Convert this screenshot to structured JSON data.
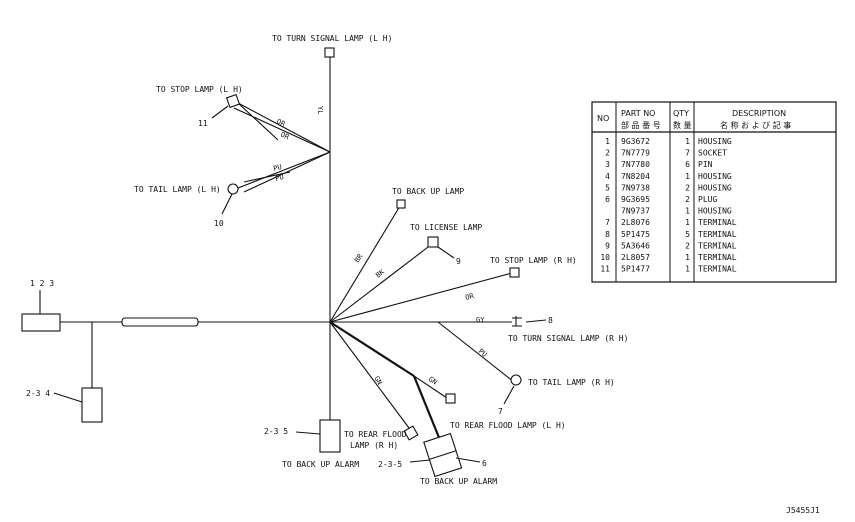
{
  "labels": {
    "turn_signal_lh": "TO TURN SIGNAL LAMP (L H)",
    "stop_lh": "TO STOP LAMP (L H)",
    "tail_lh": "TO TAIL LAMP (L H)",
    "back_up_lamp": "TO BACK UP LAMP",
    "license_lamp": "TO LICENSE LAMP",
    "stop_rh": "TO STOP LAMP (R H)",
    "turn_signal_rh": "TO TURN SIGNAL LAMP (R H)",
    "tail_rh": "TO TAIL LAMP (R H)",
    "rear_flood_lh": "TO REAR FLOOD LAMP (L H)",
    "rear_flood_rh_1": "TO REAR FLOOD",
    "rear_flood_rh_2": "LAMP (R H)",
    "back_up_alarm_1": "TO BACK UP ALARM",
    "back_up_alarm_2": "TO BACK UP ALARM"
  },
  "callouts": {
    "c11": "11",
    "c10": "10",
    "c9": "9",
    "c8": "8",
    "c7": "7",
    "c6": "6",
    "c123": "1 2 3",
    "c234": "2-3 4",
    "c235": "2-3 5",
    "c235b": "2-3-5"
  },
  "wires": {
    "yl": "YL",
    "or1": "OR",
    "or2": "OR",
    "pu1": "PU",
    "pu2": "PU",
    "br": "BR",
    "bk": "BK",
    "or3": "OR",
    "gy": "GY",
    "pu3": "PU",
    "gn1": "GN",
    "gn2": "GN"
  },
  "parts_table": {
    "headers": {
      "no": "NO",
      "part_no": "PART NO",
      "part_no_jp": "部 品 番 号",
      "qty": "QTY",
      "qty_jp": "数 量",
      "description": "DESCRIPTION",
      "description_jp": "名 称 お よ び 記 事"
    },
    "rows": [
      {
        "no": "1",
        "part": "9G3672",
        "qty": "1",
        "desc": "HOUSING"
      },
      {
        "no": "2",
        "part": "7N7779",
        "qty": "7",
        "desc": "SOCKET"
      },
      {
        "no": "3",
        "part": "7N7780",
        "qty": "6",
        "desc": "PIN"
      },
      {
        "no": "4",
        "part": "7N8204",
        "qty": "1",
        "desc": "HOUSING"
      },
      {
        "no": "5",
        "part": "7N9738",
        "qty": "2",
        "desc": "HOUSING"
      },
      {
        "no": "6",
        "part": "9G3695",
        "qty": "2",
        "desc": "PLUG"
      },
      {
        "no": "",
        "part": "7N9737",
        "qty": "1",
        "desc": "HOUSING"
      },
      {
        "no": "7",
        "part": "2L8076",
        "qty": "1",
        "desc": "TERMINAL"
      },
      {
        "no": "8",
        "part": "5P1475",
        "qty": "5",
        "desc": "TERMINAL"
      },
      {
        "no": "9",
        "part": "5A3646",
        "qty": "2",
        "desc": "TERMINAL"
      },
      {
        "no": "10",
        "part": "2L8057",
        "qty": "1",
        "desc": "TERMINAL"
      },
      {
        "no": "11",
        "part": "5P1477",
        "qty": "1",
        "desc": "TERMINAL"
      }
    ]
  },
  "drawing_id": "J5455J1"
}
